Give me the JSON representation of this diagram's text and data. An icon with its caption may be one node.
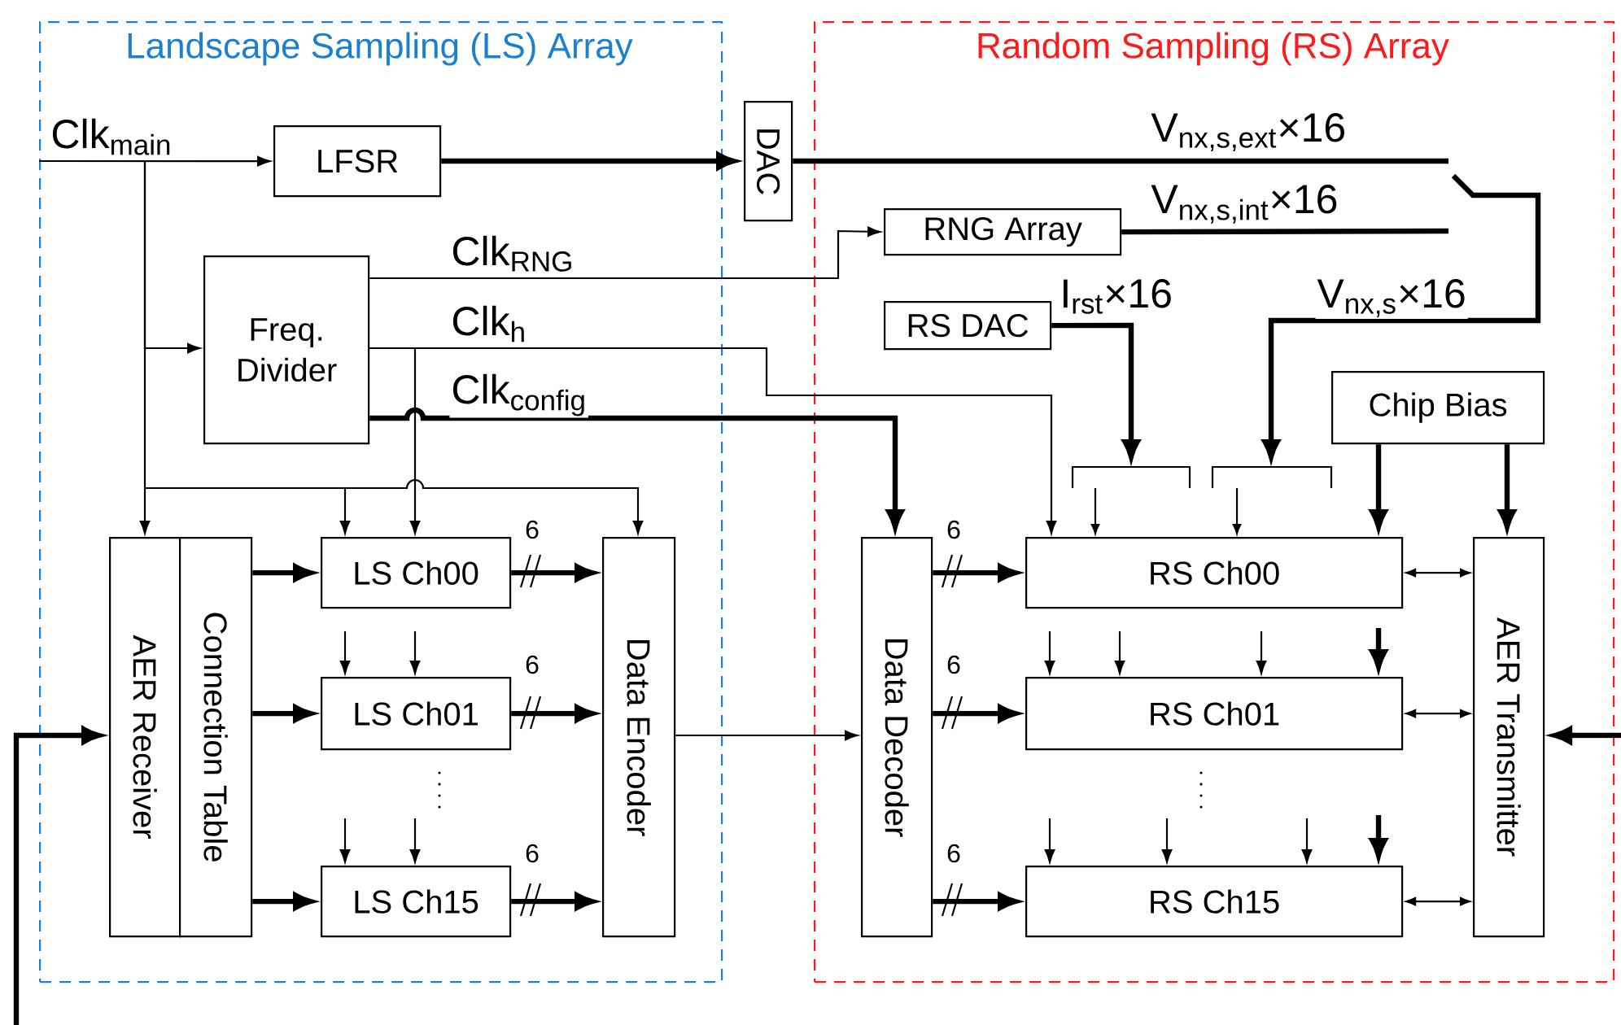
{
  "diagram": {
    "nodes": [
      {
        "text": [
          "Landscape Sampling (LS) Array"
        ]
      },
      {
        "text": [
          "Random Sampling (RS) Array"
        ]
      },
      {
        "text": [
          "LFSR"
        ],
        "in": 0
      },
      {
        "text": [
          "DAC"
        ]
      },
      {
        "text": [
          "Freq. Divider"
        ],
        "in": 0
      },
      {
        "text": [
          "RNG Array"
        ],
        "in": 1
      },
      {
        "text": [
          "RS DAC"
        ],
        "in": 1
      },
      {
        "text": [
          "Chip Bias"
        ],
        "in": 1
      },
      {
        "text": [
          "AER Receiver"
        ],
        "in": 0
      },
      {
        "text": [
          "Connection Table"
        ],
        "in": 0
      },
      {
        "text": [
          "LS Ch00"
        ],
        "in": 0
      },
      {
        "text": [
          "LS Ch01"
        ],
        "in": 0
      },
      {
        "text": [
          "LS Ch15"
        ],
        "in": 0
      },
      {
        "text": [
          "Data Encoder"
        ],
        "in": 0
      },
      {
        "text": [
          "Data Decoder"
        ],
        "in": 1
      },
      {
        "text": [
          "RS Ch00"
        ],
        "in": 1
      },
      {
        "text": [
          "RS Ch01"
        ],
        "in": 1
      },
      {
        "text": [
          "RS Ch15"
        ],
        "in": 1
      },
      {
        "text": [
          "AER Transmitter"
        ],
        "in": 1
      }
    ],
    "edges": [
      {
        "from": null,
        "to": 2,
        "arrow": "to",
        "label": "Clk$_{main}$"
      },
      {
        "from": 2,
        "to": 3,
        "arrow": "to",
        "style": "thick"
      },
      {
        "from": 3,
        "to": null,
        "arrow": "none",
        "style": "thick",
        "label": "V$_{nx,s,ext}$×16"
      },
      {
        "from": 5,
        "to": null,
        "arrow": "none",
        "style": "thick",
        "label": "V$_{nx,s,int}$×16"
      },
      {
        "from": null,
        "to": 15,
        "arrow": "to",
        "style": "thick",
        "label": "V$_{nx,s}$×16"
      },
      {
        "from": 6,
        "to": 15,
        "arrow": "to",
        "style": "thick",
        "label": "I$_{rst}$×16"
      },
      {
        "from": 4,
        "to": 5,
        "arrow": "to",
        "label": "Clk$_{RNG}$"
      },
      {
        "from": 4,
        "to": 15,
        "arrow": "to",
        "label": "Clk$_{h}$"
      },
      {
        "from": 4,
        "to": 14,
        "arrow": "to",
        "style": "thick",
        "label": "Clk$_{config}$"
      },
      {
        "from": null,
        "to": 4,
        "arrow": "to"
      },
      {
        "from": null,
        "to": 8,
        "arrow": "to"
      },
      {
        "from": null,
        "to": 10,
        "arrow": "to"
      },
      {
        "from": null,
        "to": 13,
        "arrow": "to"
      },
      {
        "from": 4,
        "to": 10,
        "arrow": "to"
      },
      {
        "from": 9,
        "to": 10,
        "arrow": "to",
        "style": "thick"
      },
      {
        "from": 9,
        "to": 11,
        "arrow": "to",
        "style": "thick"
      },
      {
        "from": 9,
        "to": 12,
        "arrow": "to",
        "style": "thick"
      },
      {
        "from": 10,
        "to": 13,
        "arrow": "to",
        "style": "thick",
        "label": "6"
      },
      {
        "from": 11,
        "to": 13,
        "arrow": "to",
        "style": "thick",
        "label": "6"
      },
      {
        "from": 12,
        "to": 13,
        "arrow": "to",
        "style": "thick",
        "label": "6"
      },
      {
        "from": 13,
        "to": 14,
        "arrow": "to"
      },
      {
        "from": 14,
        "to": 15,
        "arrow": "to",
        "style": "thick",
        "label": "6"
      },
      {
        "from": 14,
        "to": 16,
        "arrow": "to",
        "style": "thick",
        "label": "6"
      },
      {
        "from": 14,
        "to": 17,
        "arrow": "to",
        "style": "thick",
        "label": "6"
      },
      {
        "from": 15,
        "to": 18,
        "arrow": "both"
      },
      {
        "from": 16,
        "to": 18,
        "arrow": "both"
      },
      {
        "from": 17,
        "to": 18,
        "arrow": "both"
      },
      {
        "from": 7,
        "to": 15,
        "arrow": "to",
        "style": "thick"
      },
      {
        "from": 7,
        "to": 18,
        "arrow": "to",
        "style": "thick"
      },
      {
        "from": null,
        "to": 8,
        "arrow": "to",
        "style": "thick"
      },
      {
        "from": null,
        "to": 18,
        "arrow": "to",
        "style": "thick"
      },
      {
        "from": null,
        "to": 11,
        "arrow": "to"
      },
      {
        "from": null,
        "to": 11,
        "arrow": "to"
      },
      {
        "from": null,
        "to": 12,
        "arrow": "to"
      },
      {
        "from": null,
        "to": 12,
        "arrow": "to"
      },
      {
        "from": null,
        "to": 16,
        "arrow": "to"
      },
      {
        "from": null,
        "to": 16,
        "arrow": "to"
      },
      {
        "from": null,
        "to": 16,
        "arrow": "to"
      },
      {
        "from": null,
        "to": 16,
        "arrow": "to",
        "style": "thick"
      },
      {
        "from": null,
        "to": 17,
        "arrow": "to"
      },
      {
        "from": null,
        "to": 17,
        "arrow": "to"
      },
      {
        "from": null,
        "to": 17,
        "arrow": "to"
      },
      {
        "from": null,
        "to": 17,
        "arrow": "to",
        "style": "thick"
      }
    ]
  }
}
